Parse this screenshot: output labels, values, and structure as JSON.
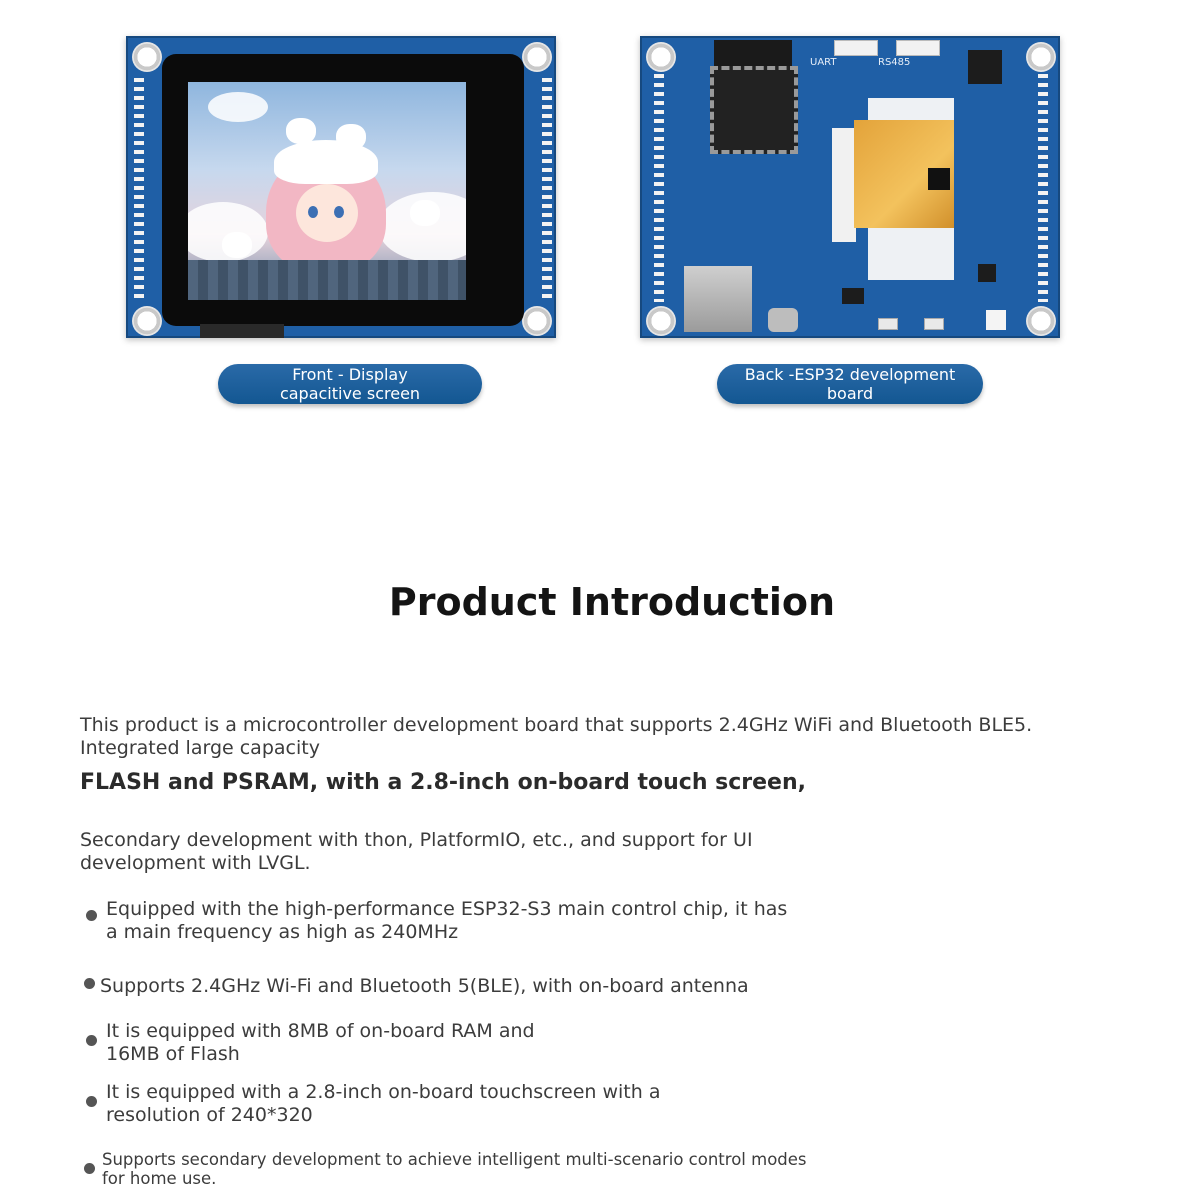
{
  "captions": {
    "front_line1": "Front - Display",
    "front_line2": "capacitive screen",
    "back_line1": "Back -ESP32 development",
    "back_line2": "board"
  },
  "board_silkscreen": {
    "uart": "UART",
    "rs485": "RS485"
  },
  "title": "Product Introduction",
  "intro": {
    "line1": "This product is a microcontroller development board that supports 2.4GHz WiFi and Bluetooth BLE5.",
    "line2": "Integrated large capacity",
    "bold_line": "FLASH and PSRAM, with a 2.8-inch on-board touch screen,",
    "secondary_line1": "Secondary development with thon, PlatformIO, etc., and support for UI",
    "secondary_line2": "development with LVGL."
  },
  "features": [
    {
      "line1": "Equipped with the high-performance ESP32-S3 main control chip, it has",
      "line2": "a main frequency as high as 240MHz"
    },
    {
      "line1": "Supports 2.4GHz Wi-Fi and Bluetooth 5(BLE), with on-board antenna",
      "line2": ""
    },
    {
      "line1": "It is equipped with 8MB of on-board RAM and",
      "line2": "16MB of Flash"
    },
    {
      "line1": "It is equipped with a 2.8-inch on-board touchscreen with a",
      "line2": "resolution of 240*320"
    },
    {
      "line1": "Supports secondary development to achieve intelligent multi-scenario control modes",
      "line2": "for home use."
    }
  ]
}
